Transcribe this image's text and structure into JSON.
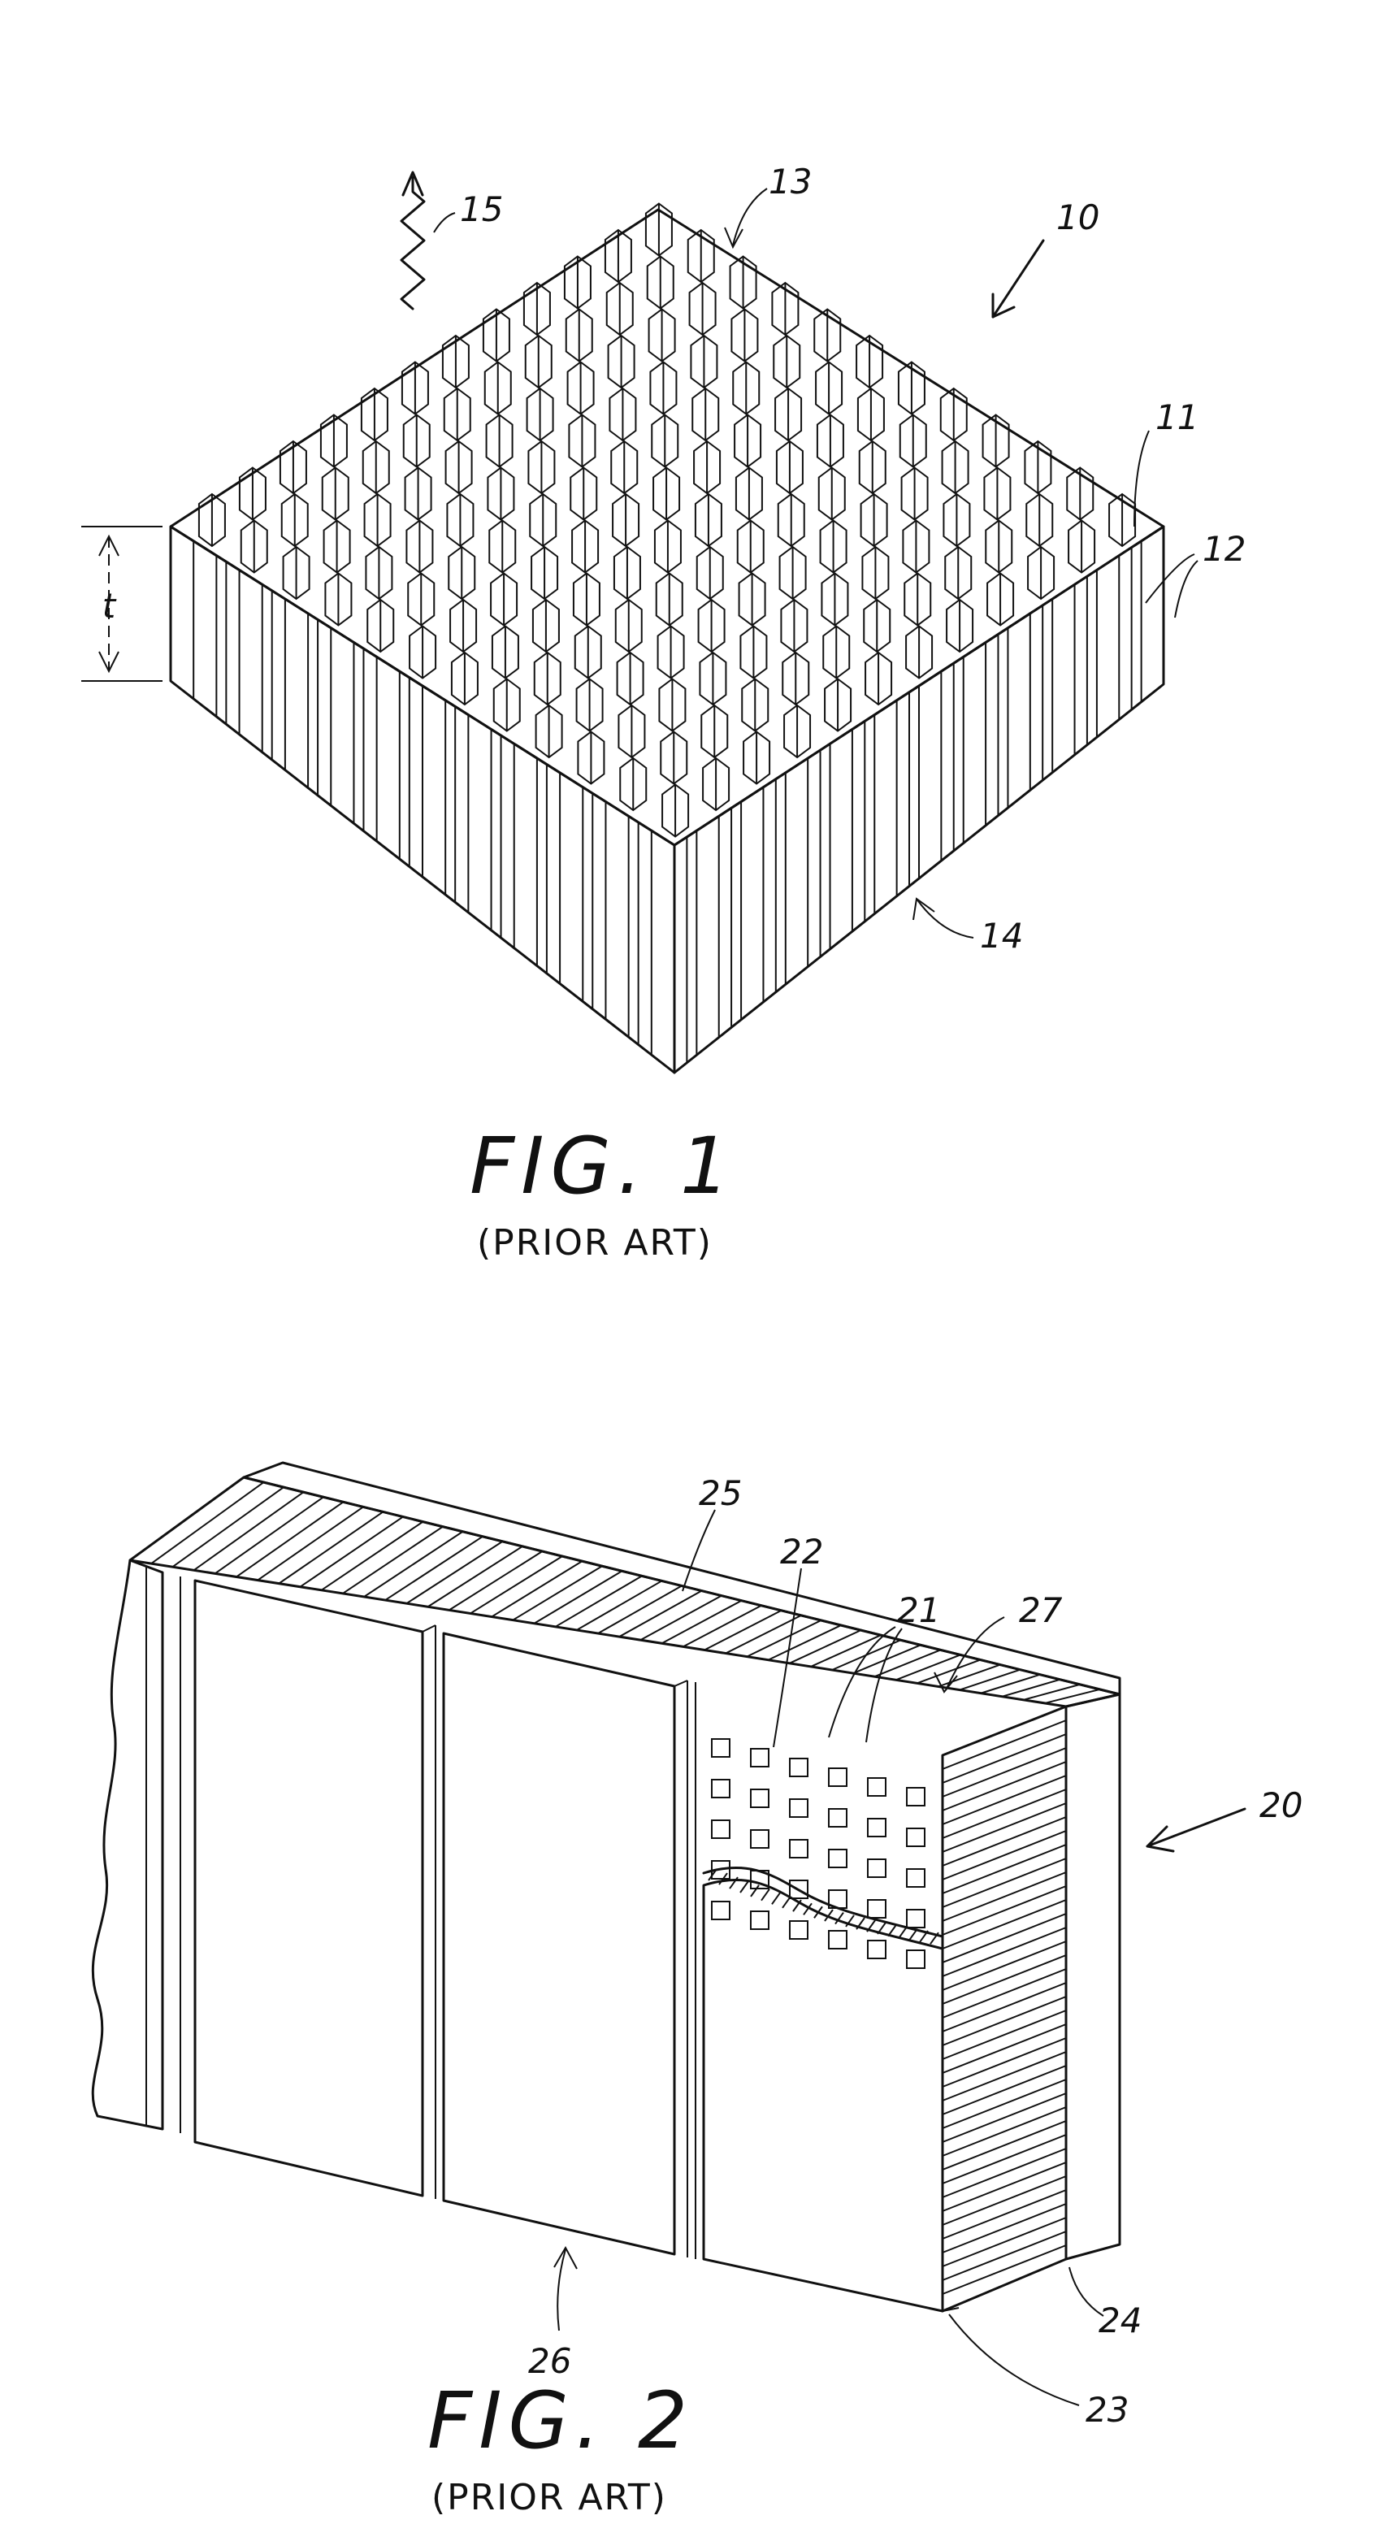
{
  "figures": [
    {
      "title": "FIG. 1",
      "caption": "(PRIOR ART)",
      "labels": {
        "main": "10",
        "top_edge": "11",
        "side_face": "12",
        "cell_top": "13",
        "bottom_edge": "14",
        "wave": "15",
        "thickness": "t"
      }
    },
    {
      "title": "FIG. 2",
      "caption": "(PRIOR ART)",
      "labels": {
        "main": "20",
        "cells": "21",
        "cell_wall": "22",
        "bottom_corner": "23",
        "side_layer": "24",
        "top_sheet": "25",
        "panel": "26",
        "core": "27"
      }
    }
  ]
}
